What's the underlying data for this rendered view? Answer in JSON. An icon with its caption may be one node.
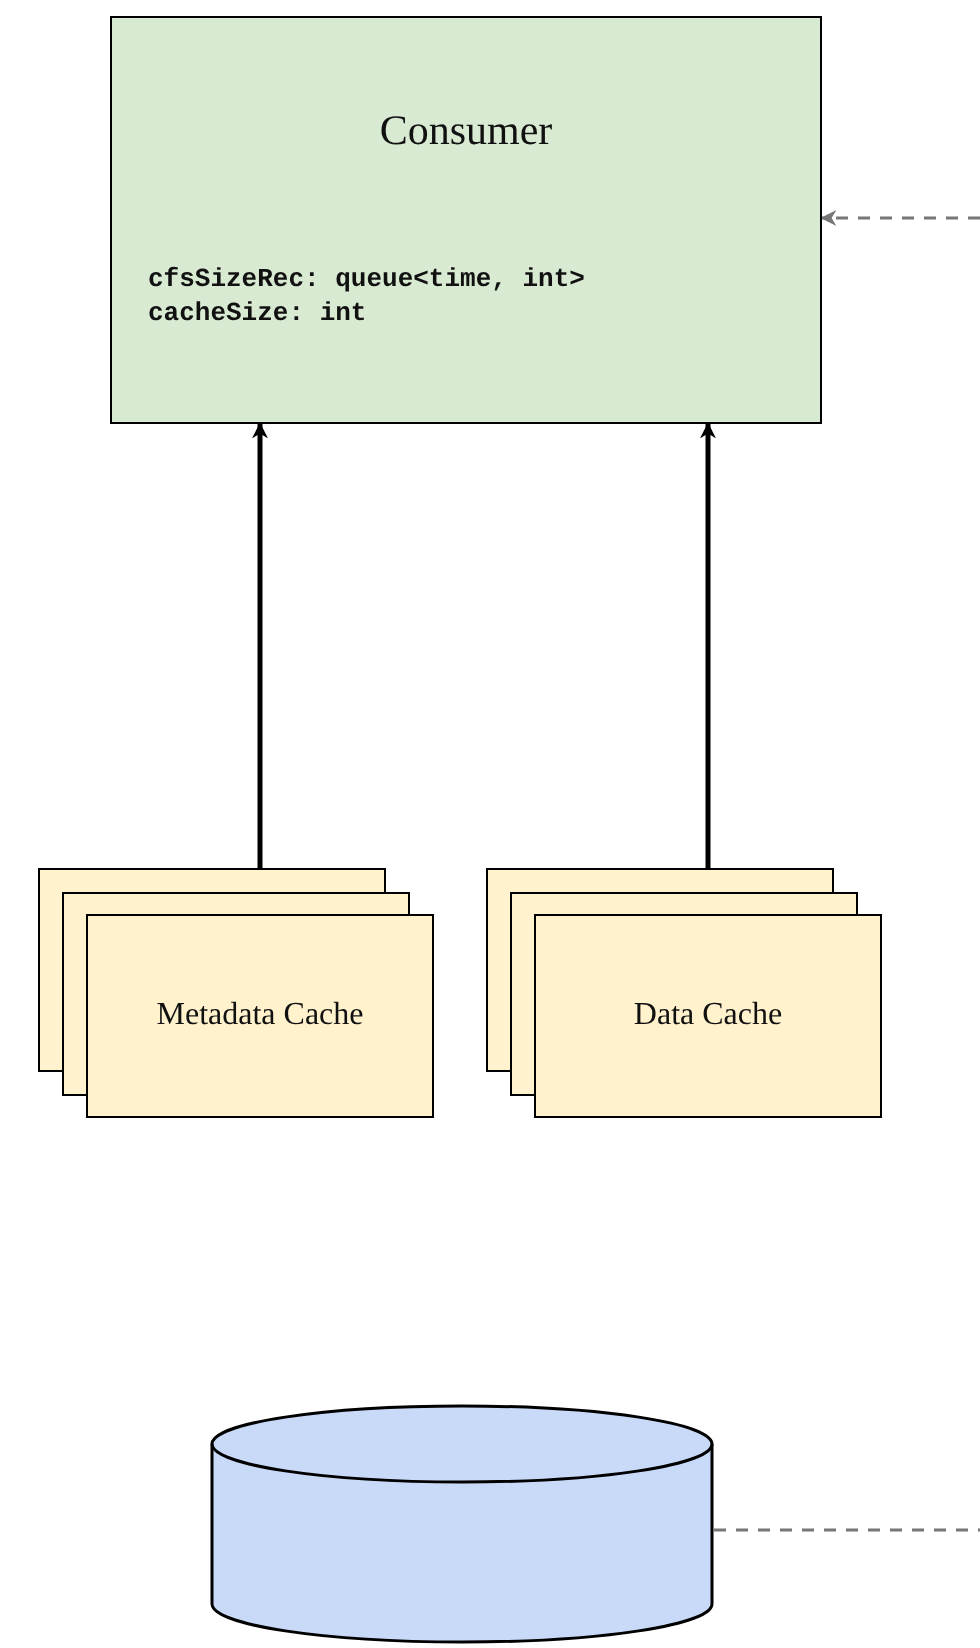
{
  "diagram": {
    "nodes": [
      {
        "text": [
          "Consumer",
          "cfsSizeRec: queue<time, int>",
          "cacheSize: int"
        ]
      },
      {
        "text": [
          "Metadata Cache"
        ]
      },
      {
        "text": [
          "Data Cache"
        ]
      },
      {
        "text": [],
        "shape": "cylinder"
      }
    ],
    "edges": [
      {
        "from": 1,
        "to": 0,
        "arrow": "to"
      },
      {
        "from": 2,
        "to": 0,
        "arrow": "to"
      },
      {
        "from": null,
        "to": 0,
        "arrow": "to",
        "style": "dashed",
        "color": "#777777"
      },
      {
        "from": 3,
        "to": null,
        "arrow": "none",
        "style": "dashed",
        "color": "#777777"
      }
    ]
  }
}
